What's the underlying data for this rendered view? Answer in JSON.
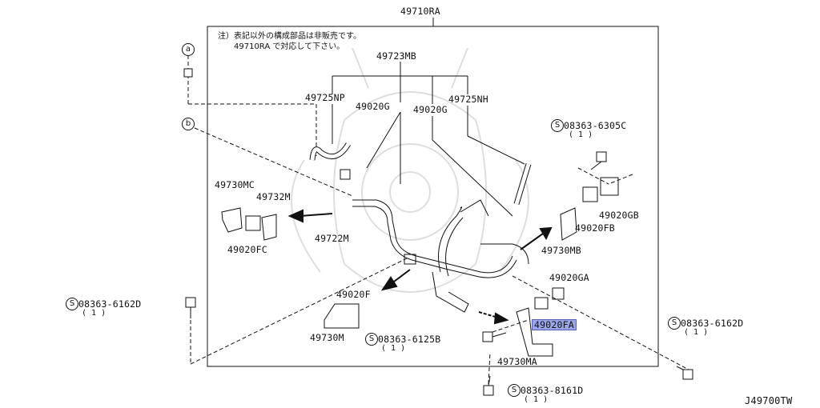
{
  "diagram_id": "J49700TW",
  "assembly_label": "49710RA",
  "note": {
    "line1": "注）表記以外の構成部品は非販売です。",
    "line2": "49710RA で対応して下さい。"
  },
  "refs": {
    "a": "a",
    "b": "b"
  },
  "parts": {
    "p49723MB": "49723MB",
    "p49725NP": "49725NP",
    "p49020G_1": "49020G",
    "p49020G_2": "49020G",
    "p49725NH": "49725NH",
    "p49730MC": "49730MC",
    "p49732M": "49732M",
    "p49722M": "49722M",
    "p49020FC": "49020FC",
    "p49020F": "49020F",
    "p49730M": "49730M",
    "p49020GB": "49020GB",
    "p49020FB": "49020FB",
    "p49730MB": "49730MB",
    "p49020GA": "49020GA",
    "p49020FA": "49020FA",
    "p49730MA": "49730MA"
  },
  "bolts": {
    "b6305C": {
      "label": "08363-6305C",
      "qty": "( 1 )"
    },
    "b6162D_left": {
      "label": "08363-6162D",
      "qty": "( 1 )"
    },
    "b6125B": {
      "label": "08363-6125B",
      "qty": "( 1 )"
    },
    "b6162D_right": {
      "label": "08363-6162D",
      "qty": "( 1 )"
    },
    "b8161D": {
      "label": "08363-8161D",
      "qty": "( 1 )"
    }
  },
  "symbols": {
    "screw": "S"
  },
  "colors": {
    "highlight": "#9aa6e8",
    "line": "#111111",
    "watermark": "#d8d8d8"
  }
}
